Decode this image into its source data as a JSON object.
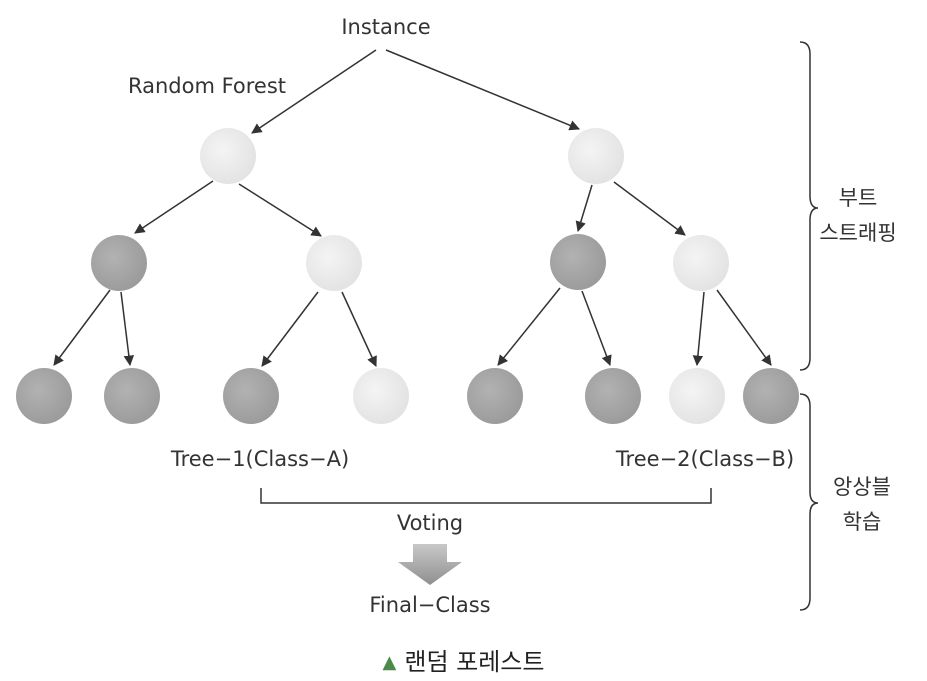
{
  "diagram": {
    "instance_label": "Instance",
    "forest_label": "Random Forest",
    "tree1_label": "Tree−1(Class−A)",
    "tree2_label": "Tree−2(Class−B)",
    "voting_label": "Voting",
    "final_label": "Final−Class",
    "bootstrap_label": [
      "부트",
      "스트래핑"
    ],
    "ensemble_label": [
      "앙상블",
      "학습"
    ],
    "caption": "랜덤 포레스트",
    "colors": {
      "dark_node": "#a4a4a4",
      "light_node": "#ececec",
      "arrow": "#333333",
      "caption_marker": "#4a8a4a"
    }
  }
}
